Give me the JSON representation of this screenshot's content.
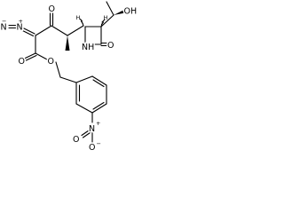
{
  "atoms": {
    "n_minus": "N",
    "minus_sign": "−",
    "n_plus": "N",
    "plus_sign": "+",
    "o_ketone": "O",
    "o_ester_carbonyl": "O",
    "o_ester": "O",
    "oh_group": "OH",
    "nh_group": "NH",
    "o_lactam": "O",
    "h_stereo_1": "H",
    "h_stereo_2": "H",
    "n_nitro": "N",
    "nitro_plus": "+",
    "o_nitro_1": "O",
    "o_nitro_2": "O",
    "nitro_minus": "−"
  }
}
